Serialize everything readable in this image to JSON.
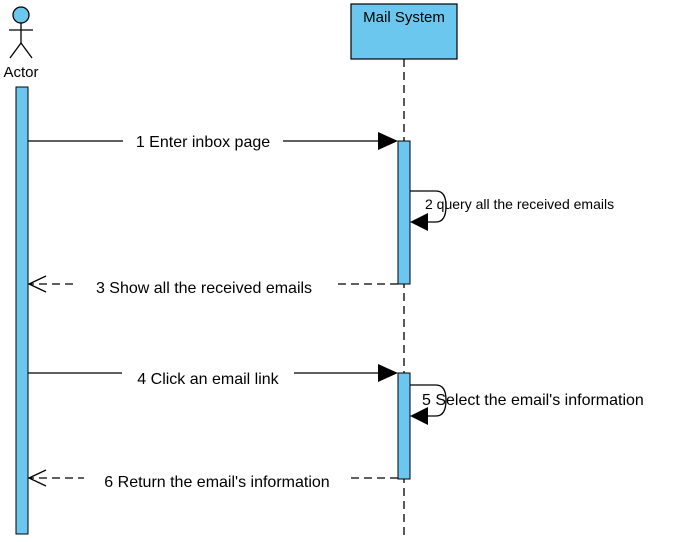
{
  "diagram": {
    "actor": {
      "name": "Actor"
    },
    "system": {
      "name": "Mail System"
    },
    "messages": [
      {
        "number": "1",
        "text": "Enter inbox page",
        "label": "1 Enter inbox page",
        "kind": "sync"
      },
      {
        "number": "2",
        "text": "query all the received emails",
        "label": "2 query all the received emails",
        "kind": "self"
      },
      {
        "number": "3",
        "text": "Show all the received emails",
        "label": "3 Show all the received emails",
        "kind": "return"
      },
      {
        "number": "4",
        "text": "Click an email link",
        "label": "4 Click an email link",
        "kind": "sync"
      },
      {
        "number": "5",
        "text": "Select the email's information",
        "label": "5 Select the email's information",
        "kind": "self"
      },
      {
        "number": "6",
        "text": "Return the email's information",
        "label": "6 Return the email's information",
        "kind": "return"
      }
    ]
  },
  "colors": {
    "fill": "#6CC7EF",
    "stroke": "#000000",
    "background": "#FFFFFF"
  }
}
